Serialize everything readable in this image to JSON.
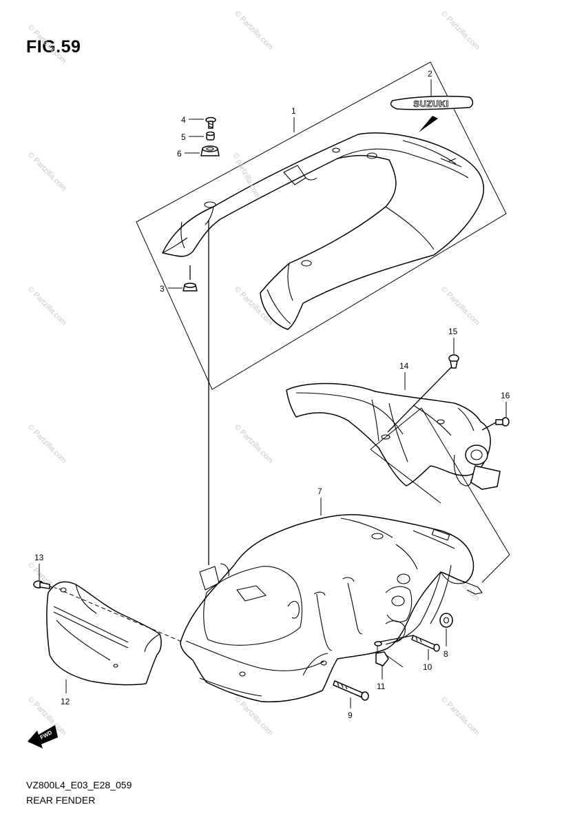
{
  "figure": {
    "title": "FIG.59",
    "diagram_code": "VZ800L4_E03_E28_059",
    "name": "REAR FENDER"
  },
  "emblem": {
    "text": "SUZUKI"
  },
  "watermark": {
    "text": "© Partzilla.com",
    "prominent_text": "© partzilla.com"
  },
  "fwd_badge": {
    "text": "FWD"
  },
  "callouts": [
    "1",
    "2",
    "3",
    "4",
    "5",
    "6",
    "7",
    "8",
    "9",
    "10",
    "11",
    "12",
    "13",
    "14",
    "15",
    "16"
  ]
}
